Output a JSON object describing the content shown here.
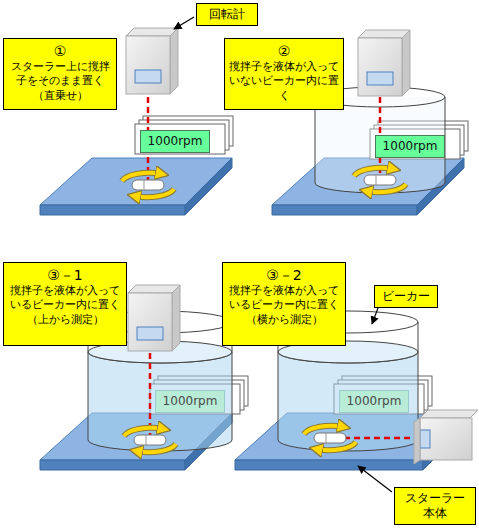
{
  "diagram": {
    "nodes": [
      {
        "text": [
          "回転計"
        ]
      },
      {
        "text": [
          "①",
          "スターラー上に撹拌 子をそのまま置く （直乗せ）"
        ]
      },
      {
        "text": [
          "②",
          "撹拌子を液体が入って いないビーカー内に置 く"
        ]
      },
      {
        "text": [
          "1000rpm"
        ]
      },
      {
        "text": [
          "1000rpm"
        ]
      },
      {
        "text": [
          "③－1",
          "撹拌子を液体が入って いるビーカー内に置く （上から測定）"
        ]
      },
      {
        "text": [
          "③－2",
          "撹拌子を液体が入って いるビーカー内に置く （横から測定）"
        ]
      },
      {
        "text": [
          "ビーカー"
        ]
      },
      {
        "text": [
          "1000rpm"
        ]
      },
      {
        "text": [
          "1000rpm"
        ]
      },
      {
        "text": [
          "スターラー 本体"
        ]
      }
    ]
  }
}
